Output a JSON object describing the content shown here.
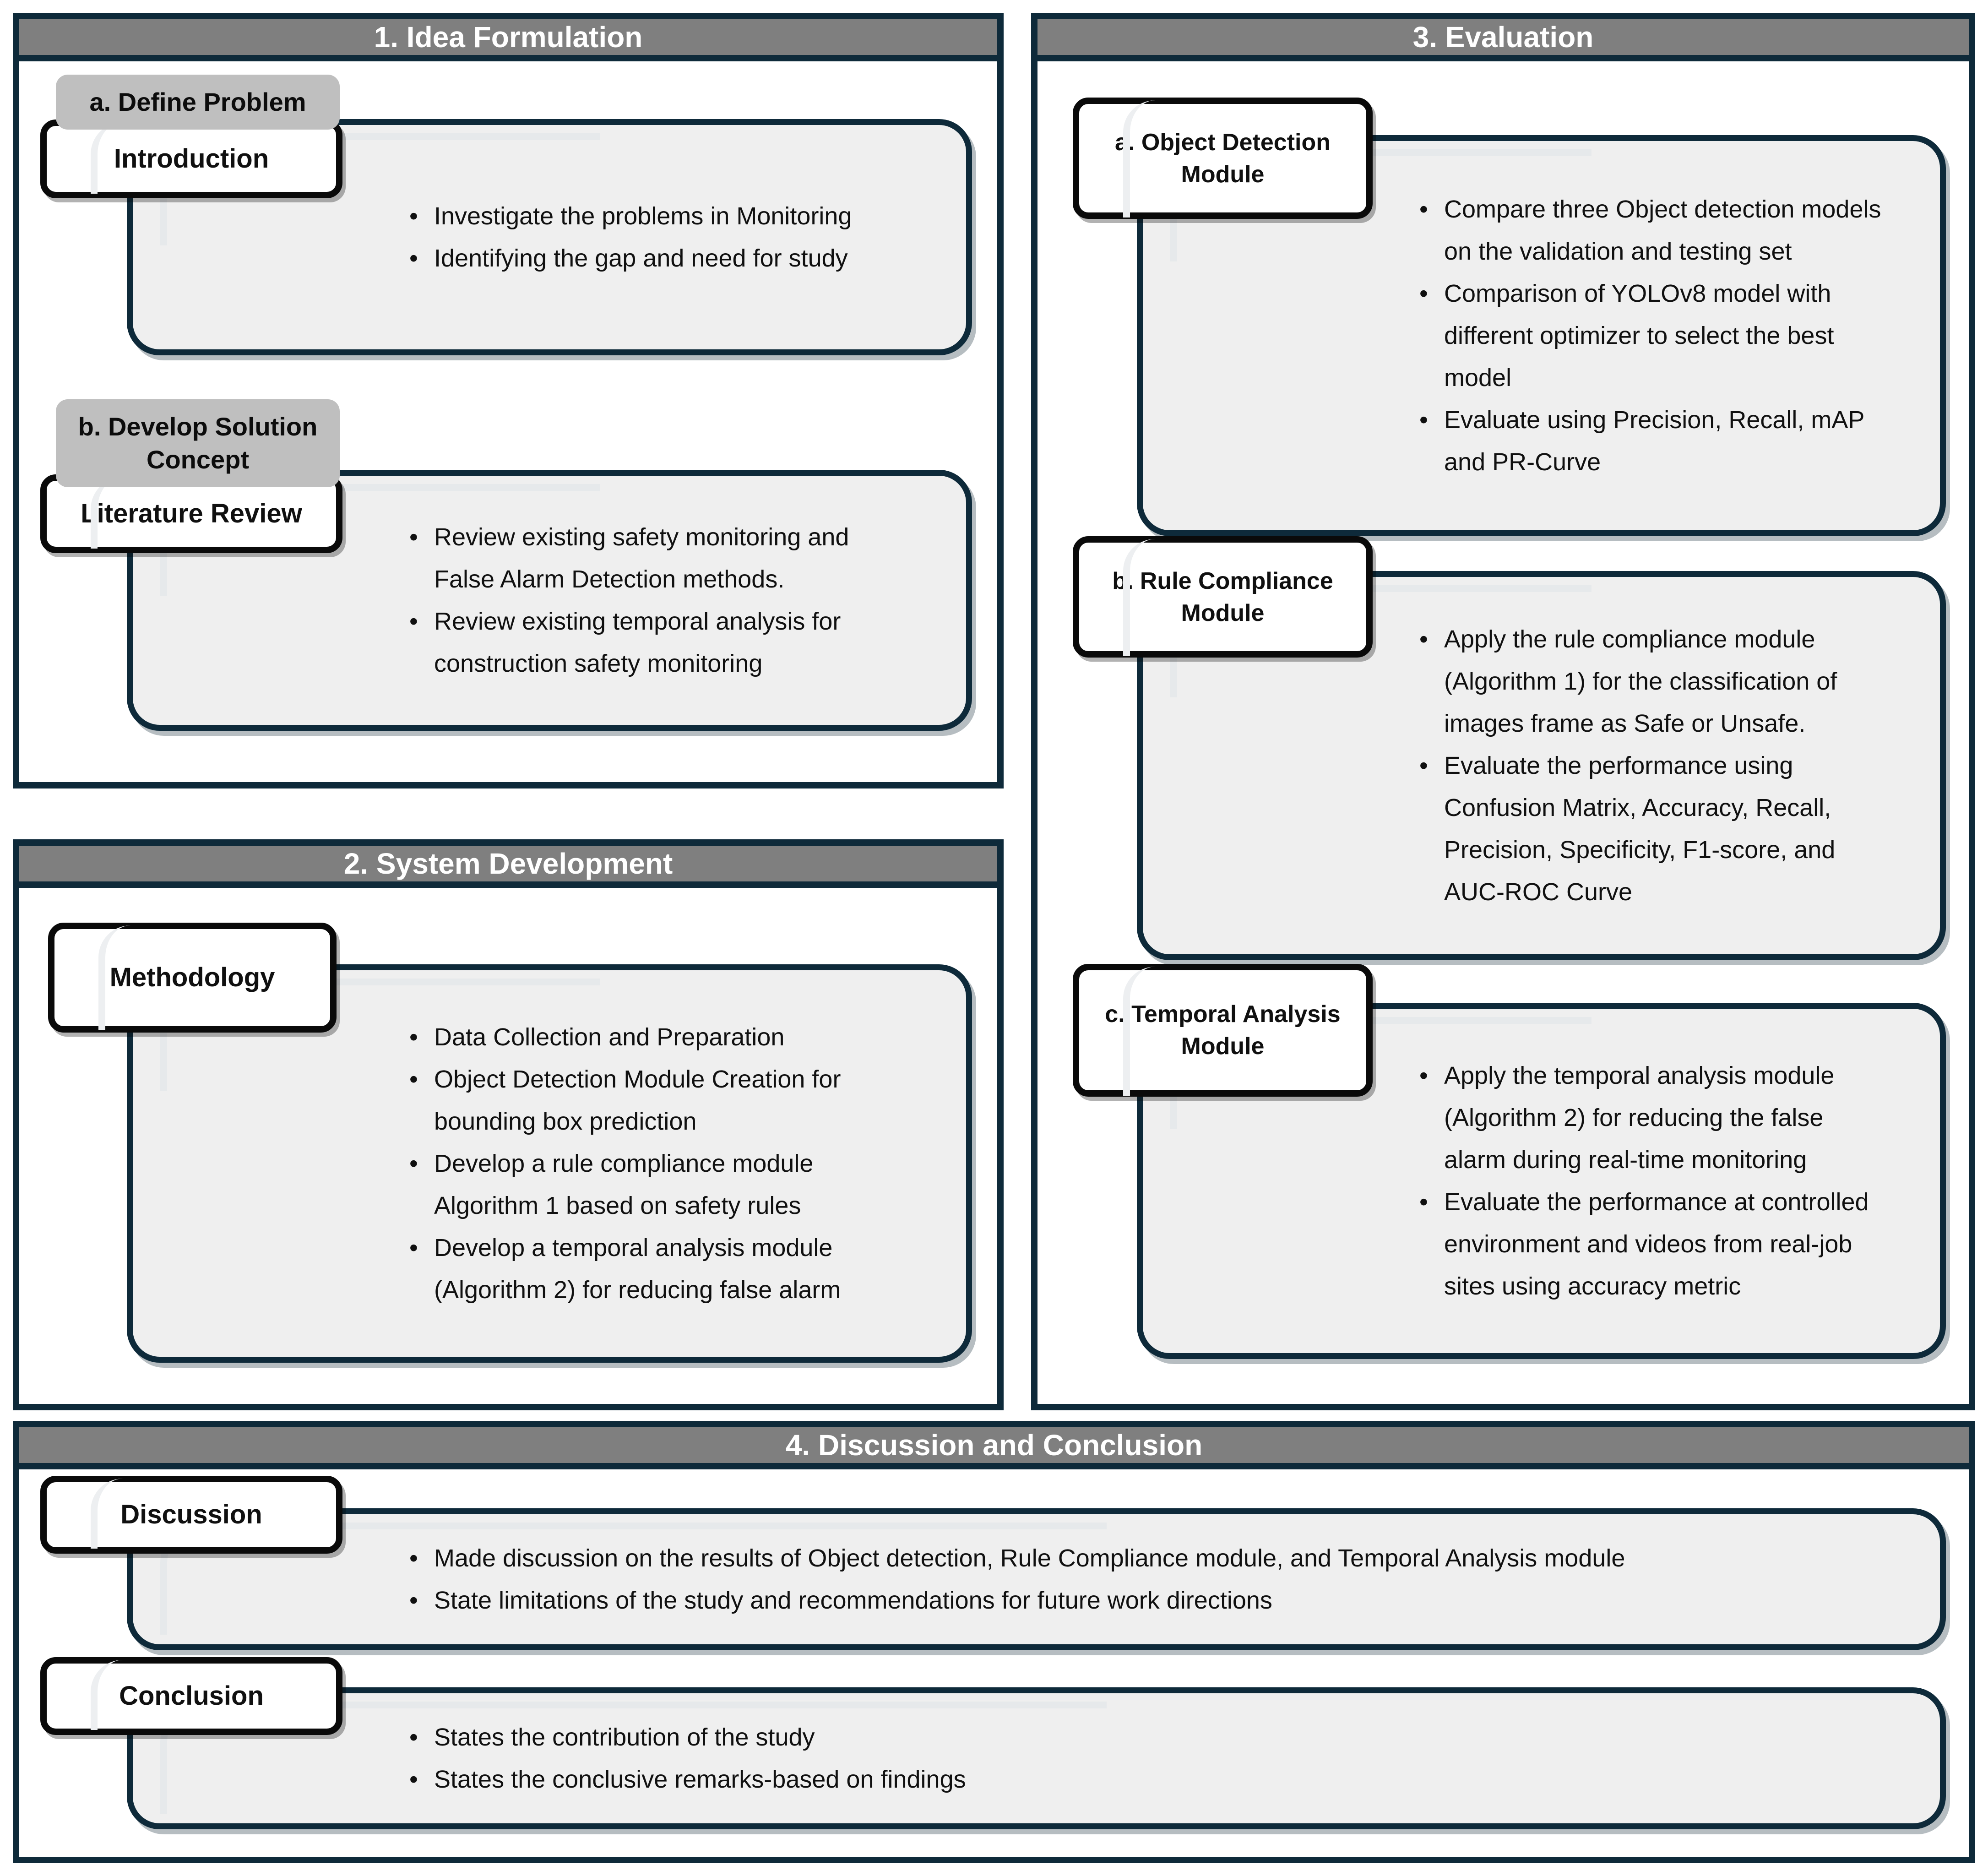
{
  "colors": {
    "border_navy": "#0e2a3a",
    "header_gray": "#7f7f7f",
    "tag_gray": "#bfbfbf",
    "content_fill": "#efefef",
    "label_fill": "#ffffff",
    "header_text": "#ffffff",
    "body_text": "#101010"
  },
  "sections": {
    "idea": {
      "title": "1. Idea Formulation",
      "modules": [
        {
          "tag": "a. Define Problem",
          "label": "Introduction",
          "bullets": [
            "Investigate the problems in Monitoring",
            "Identifying the gap and need for study"
          ]
        },
        {
          "tag": "b. Develop Solution Concept",
          "label": "Literature Review",
          "bullets": [
            "Review existing safety monitoring and False Alarm Detection methods.",
            "Review existing temporal analysis for construction safety monitoring"
          ]
        }
      ]
    },
    "system": {
      "title": "2. System Development",
      "modules": [
        {
          "label": "Methodology",
          "bullets": [
            "Data Collection and Preparation",
            "Object Detection Module Creation for bounding box prediction",
            "Develop a rule compliance module Algorithm 1 based on safety rules",
            "Develop a temporal analysis module (Algorithm 2) for reducing false alarm"
          ]
        }
      ]
    },
    "evaluation": {
      "title": "3. Evaluation",
      "modules": [
        {
          "label": "a. Object Detection Module",
          "bullets": [
            "Compare three Object detection models on the validation and testing set",
            "Comparison of YOLOv8 model with different optimizer to select the best model",
            "Evaluate using Precision, Recall, mAP and PR-Curve"
          ]
        },
        {
          "label": "b. Rule Compliance Module",
          "bullets": [
            "Apply the rule compliance module (Algorithm 1) for the classification of images frame as Safe or Unsafe.",
            "Evaluate the performance using Confusion Matrix, Accuracy, Recall, Precision, Specificity, F1-score, and AUC-ROC Curve"
          ]
        },
        {
          "label": "c. Temporal Analysis Module",
          "bullets": [
            "Apply the temporal analysis module (Algorithm 2) for reducing the false alarm during real-time monitoring",
            "Evaluate the performance at controlled environment and videos from real-job sites using accuracy metric"
          ]
        }
      ]
    },
    "discussion": {
      "title": "4. Discussion and Conclusion",
      "modules": [
        {
          "label": "Discussion",
          "bullets": [
            "Made discussion on the results of Object detection, Rule Compliance module, and Temporal Analysis module",
            "State limitations of the study and recommendations for future work directions"
          ]
        },
        {
          "label": "Conclusion",
          "bullets": [
            "States the contribution of the study",
            "States the conclusive remarks-based on findings"
          ]
        }
      ]
    }
  }
}
